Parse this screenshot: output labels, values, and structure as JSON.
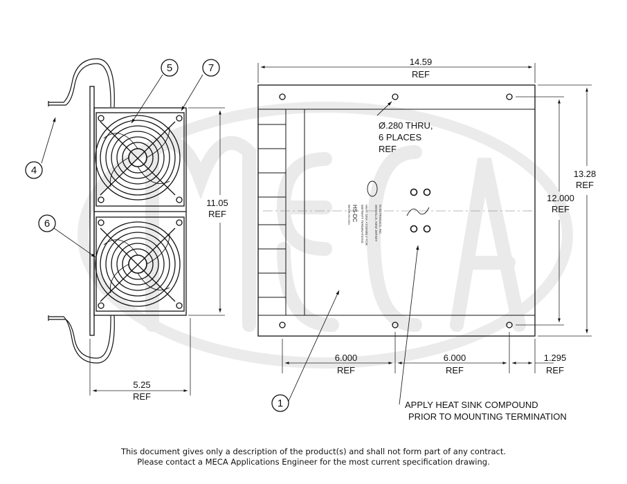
{
  "watermark": {
    "text": "MECA",
    "color": "#e2e2e2"
  },
  "colors": {
    "line": "#111111",
    "dim_line": "#222222",
    "background": "#ffffff"
  },
  "side_view": {
    "dim_height": {
      "value": "11.05",
      "ref": "REF"
    },
    "dim_width": {
      "value": "5.25",
      "ref": "REF"
    },
    "balloons": [
      "4",
      "5",
      "6",
      "7"
    ]
  },
  "top_view": {
    "dim_overall_width": {
      "value": "14.59",
      "ref": "REF"
    },
    "dim_overall_height": {
      "value": "13.28",
      "ref": "REF"
    },
    "dim_hole_height": {
      "value": "12.000",
      "ref": "REF"
    },
    "dim_spacing_1": {
      "value": "6.000",
      "ref": "REF"
    },
    "dim_spacing_2": {
      "value": "6.000",
      "ref": "REF"
    },
    "dim_edge": {
      "value": "1.295",
      "ref": "REF"
    },
    "hole_note": {
      "line1": "Ø.280 THRU,",
      "line2": "6 PLACES",
      "line3": "REF"
    },
    "balloon": "1",
    "compound_note": {
      "line1": "APPLY HEAT SINK COMPOUND",
      "line2": "PRIOR TO MOUNTING TERMINATION"
    },
    "label_lines": [
      "ELECTRONICS, INC.",
      "DENVILLE, NEW JERSEY",
      "HEAT SINK ASSEMBLY FOR",
      "500 WATT TERMINATIONS",
      "HS-DC",
      "MADE IN USA"
    ]
  },
  "disclaimer": {
    "line1": "This document gives only a description of the product(s) and shall not form part of any contract.",
    "line2": "Please contact a MECA Applications Engineer for the most current specification drawing."
  }
}
